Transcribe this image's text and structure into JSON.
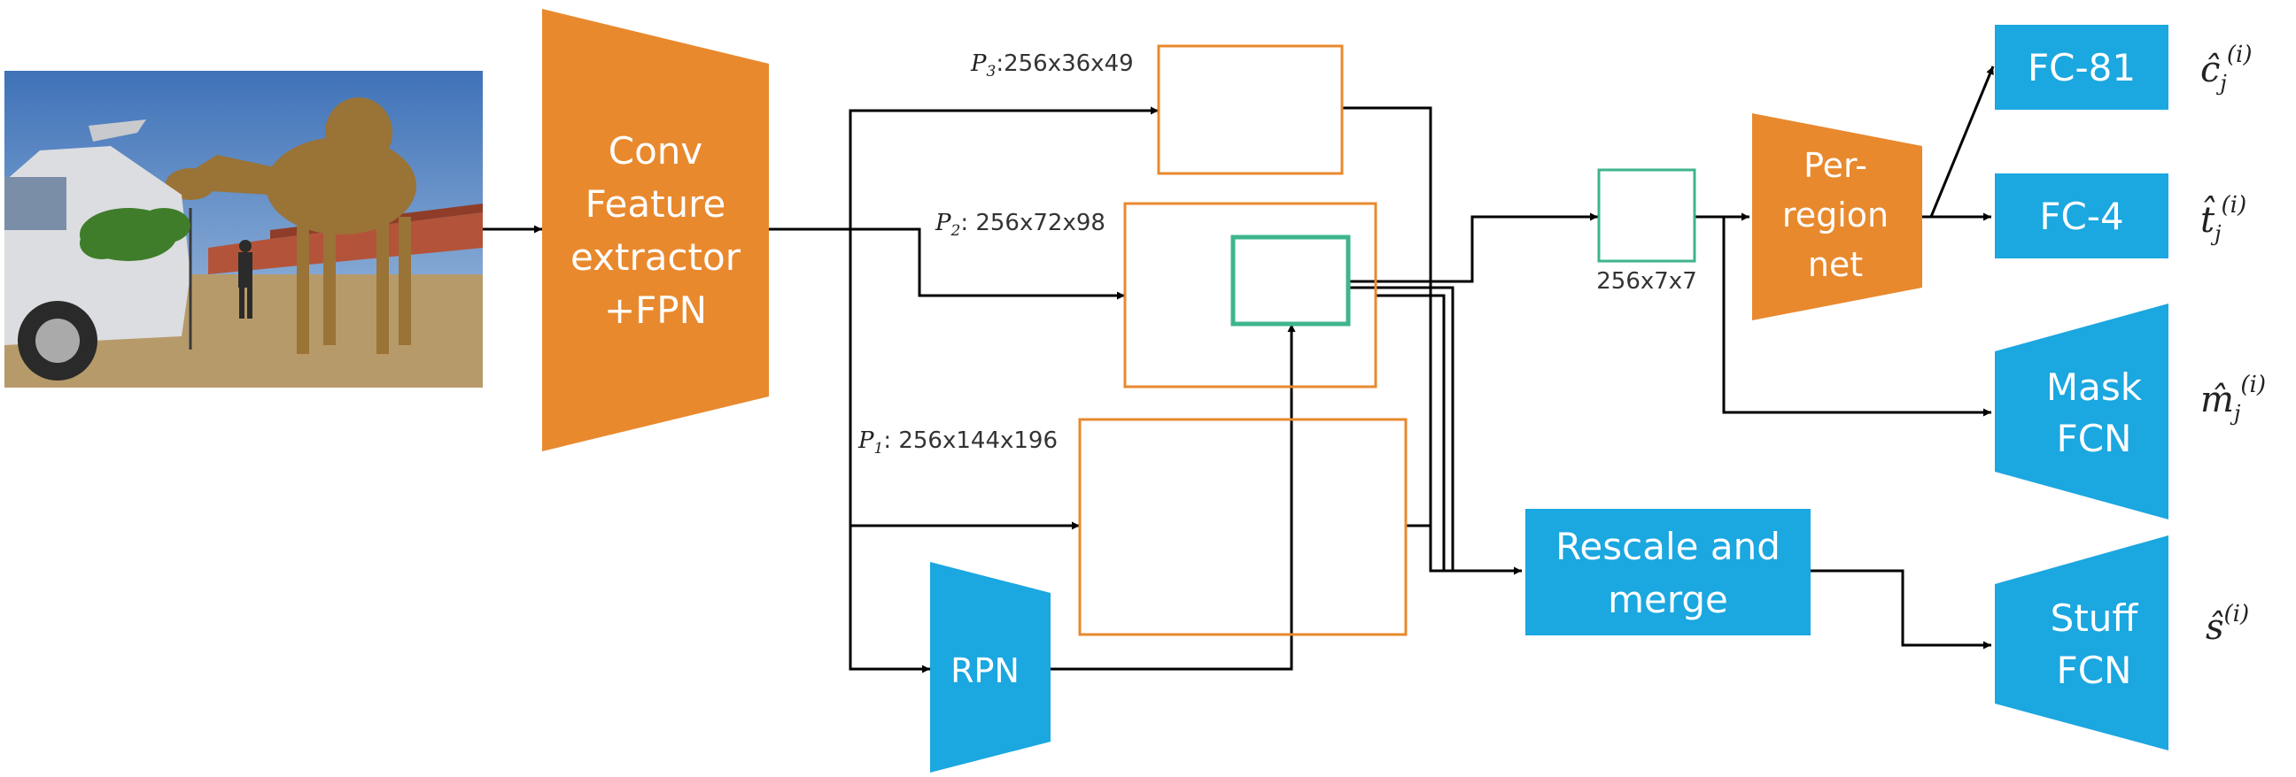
{
  "colors": {
    "orange": "#E8892E",
    "blue": "#1BA7E0",
    "teal": "#3DB58E",
    "line": "#000000"
  },
  "input_image": {
    "description_icon": "camel-photo"
  },
  "backbone": {
    "line1": "Conv",
    "line2": "Feature",
    "line3": "extractor",
    "line4": "+FPN"
  },
  "pyramid": {
    "p3": {
      "sym": "P",
      "sub": "3",
      "dims": ":256x36x49"
    },
    "p2": {
      "sym": "P",
      "sub": "2",
      "dims": ": 256x72x98"
    },
    "p1": {
      "sym": "P",
      "sub": "1",
      "dims": ": 256x144x196"
    }
  },
  "rpn": {
    "label": "RPN"
  },
  "roi": {
    "dims": "256x7x7"
  },
  "per_region": {
    "line1": "Per-",
    "line2": "region",
    "line3": "net"
  },
  "rescale": {
    "line1": "Rescale and",
    "line2": "merge"
  },
  "heads": {
    "fc81": "FC-81",
    "fc4": "FC-4",
    "mask_line1": "Mask",
    "mask_line2": "FCN",
    "stuff_line1": "Stuff",
    "stuff_line2": "FCN"
  },
  "outputs": {
    "c": {
      "base": "ĉ",
      "sub": "j",
      "sup": "(i)"
    },
    "t": {
      "base": "t̂",
      "sub": "j",
      "sup": "(i)"
    },
    "m": {
      "base": "m̂",
      "sub": "j",
      "sup": "(i)"
    },
    "s": {
      "base": "ŝ",
      "sup": "(i)"
    }
  }
}
